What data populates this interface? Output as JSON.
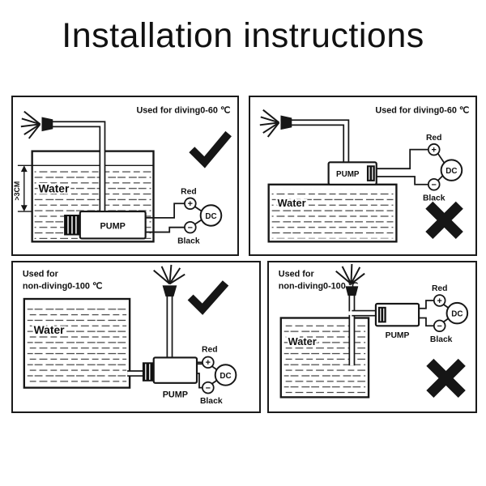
{
  "title": "Installation instructions",
  "labels": {
    "water": "Water",
    "pump": "PUMP",
    "red": "Red",
    "black": "Black",
    "dc": "DC",
    "plus": "+",
    "minus": "−"
  },
  "panels": {
    "top_left": {
      "header": "Used for diving0-60 ℃",
      "depth": ">3CM",
      "result": "correct"
    },
    "top_right": {
      "header": "Used for diving0-60 ℃",
      "result": "wrong"
    },
    "bottom_left": {
      "header_line1": "Used for",
      "header_line2": "non-diving0-100 ℃",
      "result": "correct"
    },
    "bottom_right": {
      "header_line1": "Used for",
      "header_line2": "non-diving0-100 ℃",
      "result": "wrong"
    }
  }
}
